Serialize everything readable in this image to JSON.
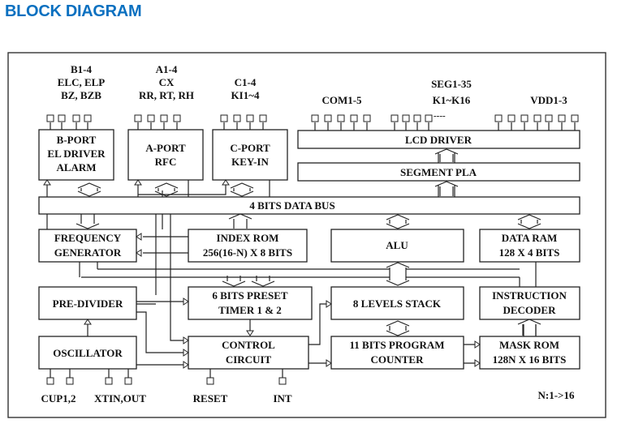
{
  "heading": "BLOCK DIAGRAM",
  "pin_groups": {
    "bport": [
      "B1-4",
      "ELC, ELP",
      "BZ, BZB"
    ],
    "aport": [
      "A1-4",
      "CX",
      "RR, RT, RH"
    ],
    "cport": [
      "C1-4",
      "KI1~4"
    ],
    "com": [
      "COM1-5"
    ],
    "seg": [
      "SEG1-35",
      "K1~K16"
    ],
    "vdd": [
      "VDD1-3"
    ],
    "seg_ellipsis": "----"
  },
  "blocks": {
    "bport": [
      "B-PORT",
      "EL DRIVER",
      "ALARM"
    ],
    "aport": [
      "A-PORT",
      "RFC"
    ],
    "cport": [
      "C-PORT",
      "KEY-IN"
    ],
    "lcd_driver": [
      "LCD DRIVER"
    ],
    "segment_pla": [
      "SEGMENT PLA"
    ],
    "data_bus": [
      "4 BITS DATA BUS"
    ],
    "freq_gen": [
      "FREQUENCY",
      "GENERATOR"
    ],
    "index_rom": [
      "INDEX ROM",
      "256(16-N) X 8 BITS"
    ],
    "alu": [
      "ALU"
    ],
    "data_ram": [
      "DATA RAM",
      "128 X 4 BITS"
    ],
    "pre_divider": [
      "PRE-DIVIDER"
    ],
    "timer": [
      "6 BITS PRESET",
      "TIMER 1 & 2"
    ],
    "stack": [
      "8 LEVELS STACK"
    ],
    "instr_decoder": [
      "INSTRUCTION",
      "DECODER"
    ],
    "oscillator": [
      "OSCILLATOR"
    ],
    "control": [
      "CONTROL",
      "CIRCUIT"
    ],
    "pc": [
      "11 BITS PROGRAM",
      "COUNTER"
    ],
    "mask_rom": [
      "MASK ROM",
      "128N X 16 BITS"
    ]
  },
  "bottom_pins": {
    "cup": "CUP1,2",
    "xtin": "XTIN,OUT",
    "reset": "RESET",
    "int": "INT"
  },
  "note": "N:1->16"
}
